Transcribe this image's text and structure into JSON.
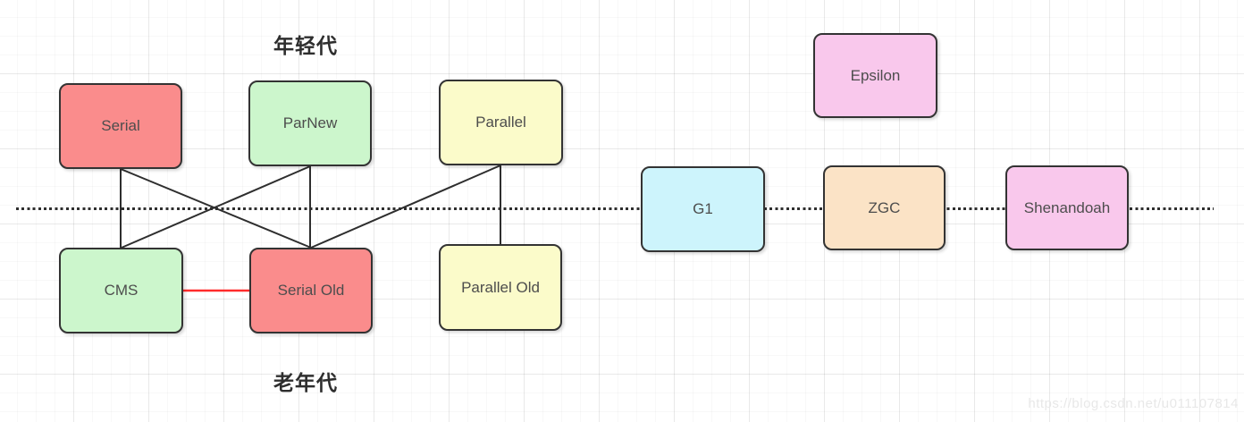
{
  "diagram": {
    "title_young_generation": "年轻代",
    "title_old_generation": "老年代",
    "nodes": [
      {
        "id": "serial",
        "label": "Serial",
        "color": "#fa8c8c",
        "generation": "young"
      },
      {
        "id": "parnew",
        "label": "ParNew",
        "color": "#ccf6cc",
        "generation": "young"
      },
      {
        "id": "parallel",
        "label": "Parallel",
        "color": "#fbfbca",
        "generation": "young"
      },
      {
        "id": "epsilon",
        "label": "Epsilon",
        "color": "#f9c8ec",
        "generation": "none"
      },
      {
        "id": "g1",
        "label": "G1",
        "color": "#cdf4fc",
        "generation": "both"
      },
      {
        "id": "zgc",
        "label": "ZGC",
        "color": "#fbe3c6",
        "generation": "both"
      },
      {
        "id": "shenandoah",
        "label": "Shenandoah",
        "color": "#f9c8ec",
        "generation": "both"
      },
      {
        "id": "cms",
        "label": "CMS",
        "color": "#ccf6cc",
        "generation": "old"
      },
      {
        "id": "serial-old",
        "label": "Serial Old",
        "color": "#fa8c8c",
        "generation": "old"
      },
      {
        "id": "parallel-old",
        "label": "Parallel Old",
        "color": "#fbfbca",
        "generation": "old"
      }
    ],
    "edges": [
      {
        "from": "Serial",
        "to": "CMS",
        "color": "#2e2e2e"
      },
      {
        "from": "Serial",
        "to": "Serial Old",
        "color": "#2e2e2e"
      },
      {
        "from": "ParNew",
        "to": "Serial Old",
        "color": "#2e2e2e"
      },
      {
        "from": "ParNew",
        "to": "CMS",
        "color": "#2e2e2e"
      },
      {
        "from": "Parallel",
        "to": "Serial Old",
        "color": "#2e2e2e"
      },
      {
        "from": "Parallel",
        "to": "Parallel Old",
        "color": "#2e2e2e"
      },
      {
        "from": "CMS",
        "to": "Serial Old",
        "color": "#ff2b2b"
      }
    ],
    "colors": {
      "node_border": "#333333",
      "connector": "#2e2e2e",
      "highlight_connector": "#ff2b2b",
      "generation_divider": "#2e2e2e"
    }
  },
  "watermark": "https://blog.csdn.net/u011107814"
}
